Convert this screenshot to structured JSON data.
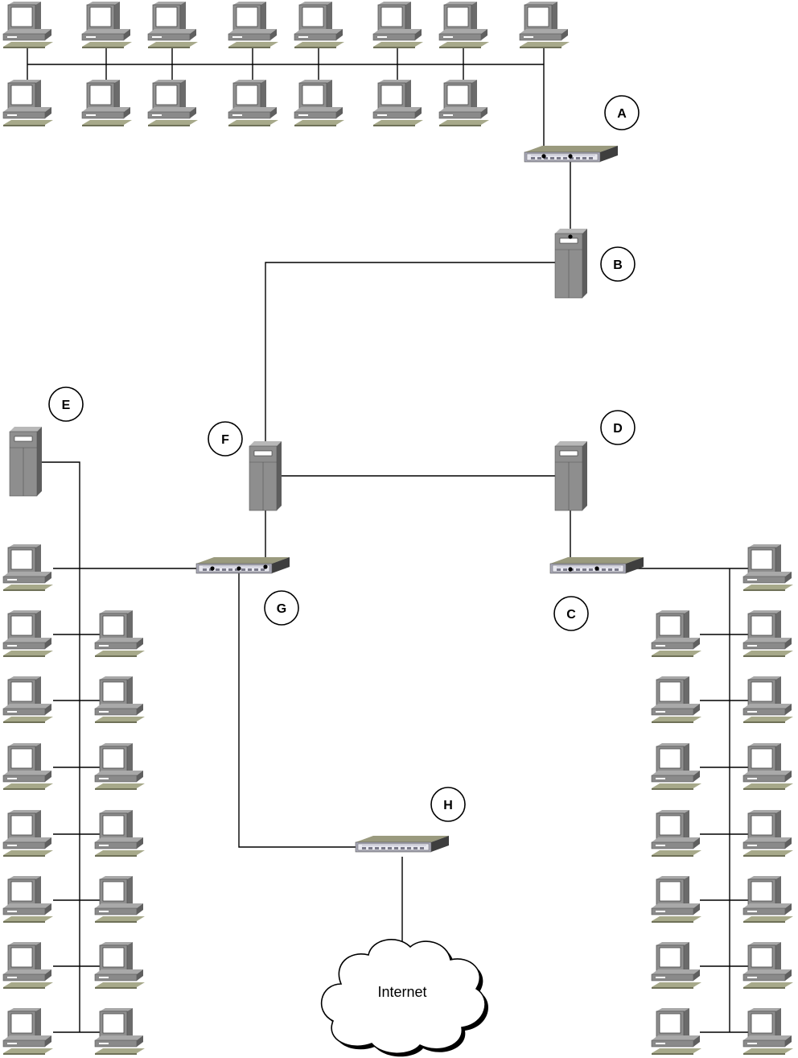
{
  "labels": {
    "A": "A",
    "B": "B",
    "C": "C",
    "D": "D",
    "E": "E",
    "F": "F",
    "G": "G",
    "H": "H"
  },
  "cloud": {
    "text": "Internet"
  },
  "icons": {
    "workstation": "desktop-computer-icon",
    "server": "tower-server-icon",
    "hub": "network-hub-icon",
    "cloud": "internet-cloud-icon"
  },
  "colors": {
    "device_gray": "#8c8c8c",
    "device_dark": "#555555",
    "screen": "#ffffff",
    "keyboard_olive": "#a7a98a",
    "hub_face": "#b9b9c8"
  }
}
